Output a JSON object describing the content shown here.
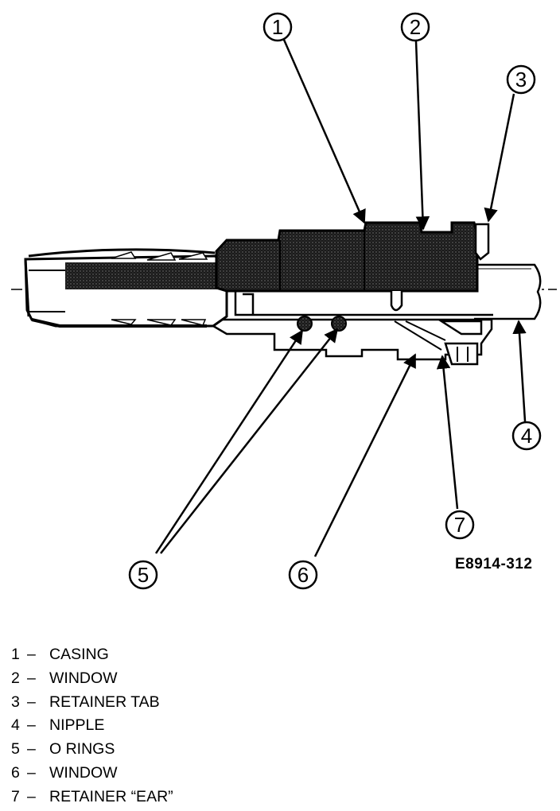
{
  "diagram": {
    "figure_code": "E8914-312",
    "callouts": [
      "1",
      "2",
      "3",
      "4",
      "5",
      "6",
      "7"
    ]
  },
  "legend": [
    {
      "number": "1",
      "dash": "–",
      "label": "CASING"
    },
    {
      "number": "2",
      "dash": "–",
      "label": "WINDOW"
    },
    {
      "number": "3",
      "dash": "–",
      "label": "RETAINER TAB"
    },
    {
      "number": "4",
      "dash": "–",
      "label": "NIPPLE"
    },
    {
      "number": "5",
      "dash": "–",
      "label": "O RINGS"
    },
    {
      "number": "6",
      "dash": "–",
      "label": "WINDOW"
    },
    {
      "number": "7",
      "dash": "–",
      "label": "RETAINER “EAR”"
    }
  ]
}
